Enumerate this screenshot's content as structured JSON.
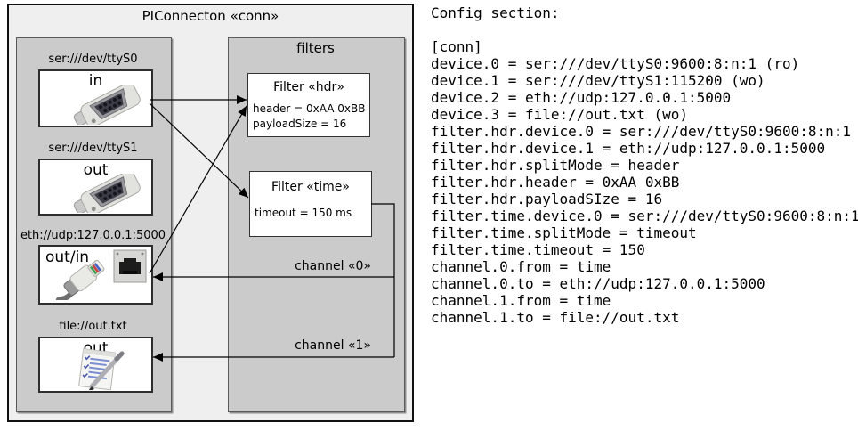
{
  "diagram": {
    "title": "PIConnecton «conn»",
    "filters_panel_title": "filters",
    "devices": [
      {
        "label": "ser:///dev/ttyS0",
        "port": "in",
        "icon": "serial-db9-connector"
      },
      {
        "label": "ser:///dev/ttyS1",
        "port": "out",
        "icon": "serial-db9-connector"
      },
      {
        "label": "eth://udp:127.0.0.1:5000",
        "port": "out/in",
        "icon": "ethernet-jack-and-cable"
      },
      {
        "label": "file://out.txt",
        "port": "out",
        "icon": "notepad-with-pen"
      }
    ],
    "filters": [
      {
        "title": "Filter «hdr»",
        "attrs": [
          "header = 0xAA 0xBB",
          "payloadSize = 16"
        ]
      },
      {
        "title": "Filter «time»",
        "attrs": [
          "timeout = 150 ms"
        ]
      }
    ],
    "channels": [
      {
        "label": "channel «0»"
      },
      {
        "label": "channel «1»"
      }
    ],
    "colors": {
      "outer_fill": "#efefef",
      "panel_fill": "#cbcbcb",
      "line": "#000000"
    }
  },
  "config": {
    "heading": "Config section:",
    "lines": [
      "[conn]",
      "device.0 = ser:///dev/ttyS0:9600:8:n:1 (ro)",
      "device.1 = ser:///dev/ttyS1:115200 (wo)",
      "device.2 = eth://udp:127.0.0.1:5000",
      "device.3 = file://out.txt (wo)",
      "filter.hdr.device.0 = ser:///dev/ttyS0:9600:8:n:1",
      "filter.hdr.device.1 = eth://udp:127.0.0.1:5000",
      "filter.hdr.splitMode = header",
      "filter.hdr.header = 0xAA 0xBB",
      "filter.hdr.payloadSIze = 16",
      "filter.time.device.0 = ser:///dev/ttyS0:9600:8:n:1",
      "filter.time.splitMode = timeout",
      "filter.time.timeout = 150",
      "channel.0.from = time",
      "channel.0.to = eth://udp:127.0.0.1:5000",
      "channel.1.from = time",
      "channel.1.to = file://out.txt"
    ]
  }
}
